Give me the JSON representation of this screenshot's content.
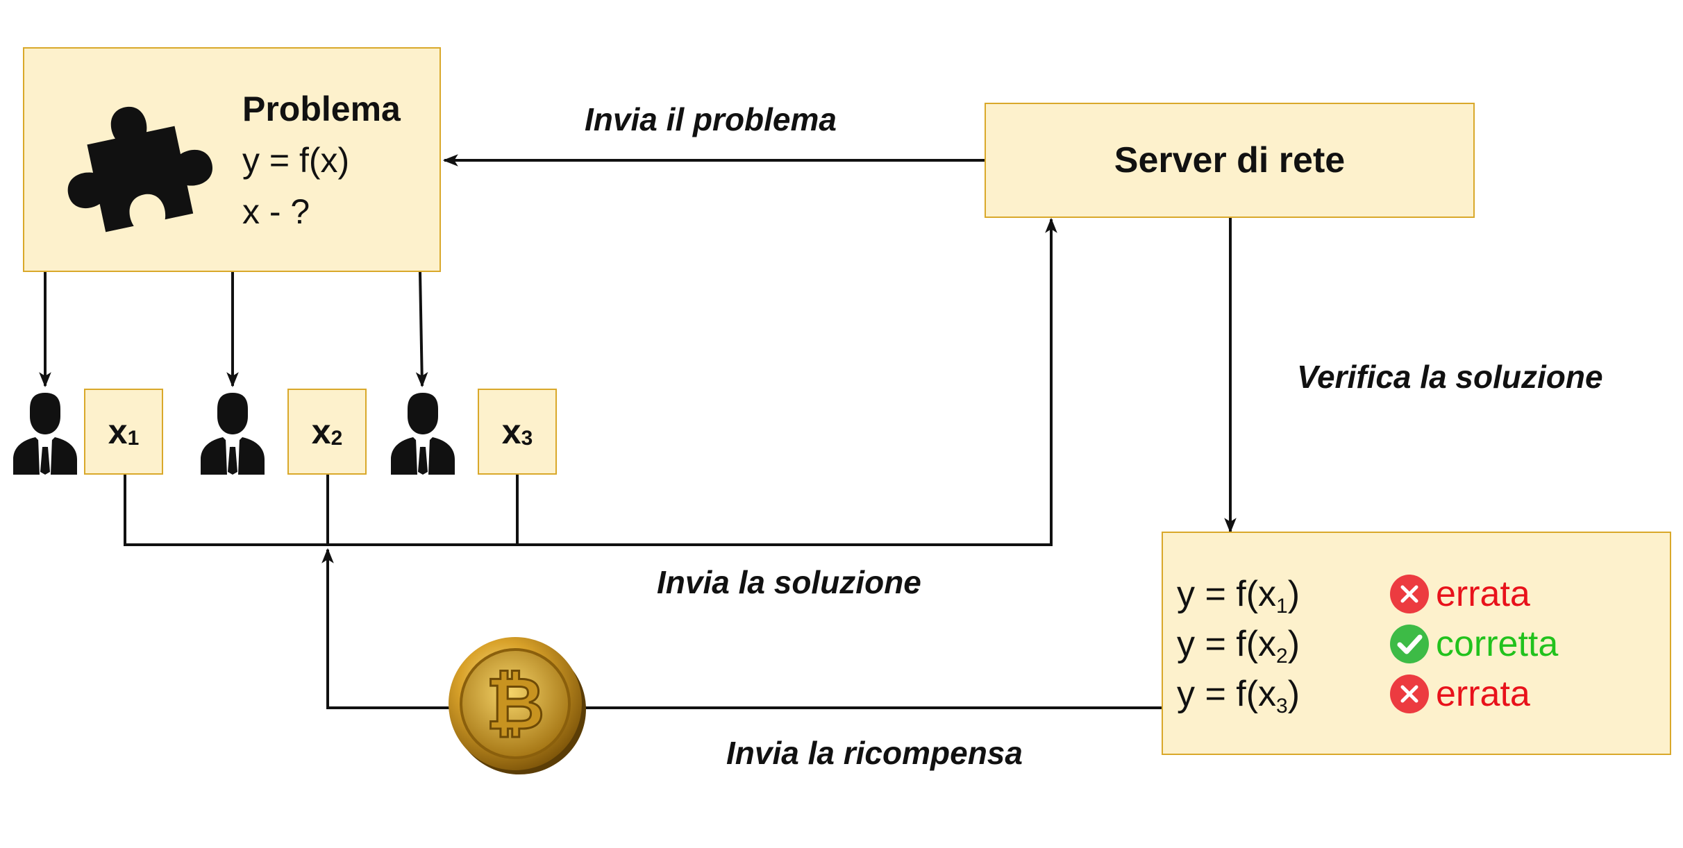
{
  "problem_box": {
    "title": "Problema",
    "line1": "y = f(x)",
    "line2": "x - ?",
    "icon": "puzzle-piece-icon"
  },
  "server_box": {
    "label": "Server di rete"
  },
  "candidates": [
    {
      "var": "x",
      "sub": "1",
      "icon": "businessman-icon"
    },
    {
      "var": "x",
      "sub": "2",
      "icon": "businessman-icon"
    },
    {
      "var": "x",
      "sub": "3",
      "icon": "businessman-icon"
    }
  ],
  "arrows": {
    "send_problem": "Invia il problema",
    "verify_solution": "Verifica la soluzione",
    "send_solution": "Invia la soluzione",
    "send_reward": "Invia la ricompensa"
  },
  "reward_icon": "bitcoin-coin-icon",
  "results": [
    {
      "eq_prefix": "y = f(x",
      "sub": "1",
      "eq_suffix": ")",
      "status": "errata",
      "status_icon": "x-circle-icon",
      "color": "#e8121b"
    },
    {
      "eq_prefix": "y = f(x",
      "sub": "2",
      "eq_suffix": ")",
      "status": "corretta",
      "status_icon": "check-circle-icon",
      "color": "#22c21d"
    },
    {
      "eq_prefix": "y = f(x",
      "sub": "3",
      "eq_suffix": ")",
      "status": "errata",
      "status_icon": "x-circle-icon",
      "color": "#e8121b"
    }
  ],
  "colors": {
    "box_fill": "#fdf1cc",
    "box_border": "#d9a82a",
    "error": "#e8121b",
    "ok": "#22c21d"
  }
}
